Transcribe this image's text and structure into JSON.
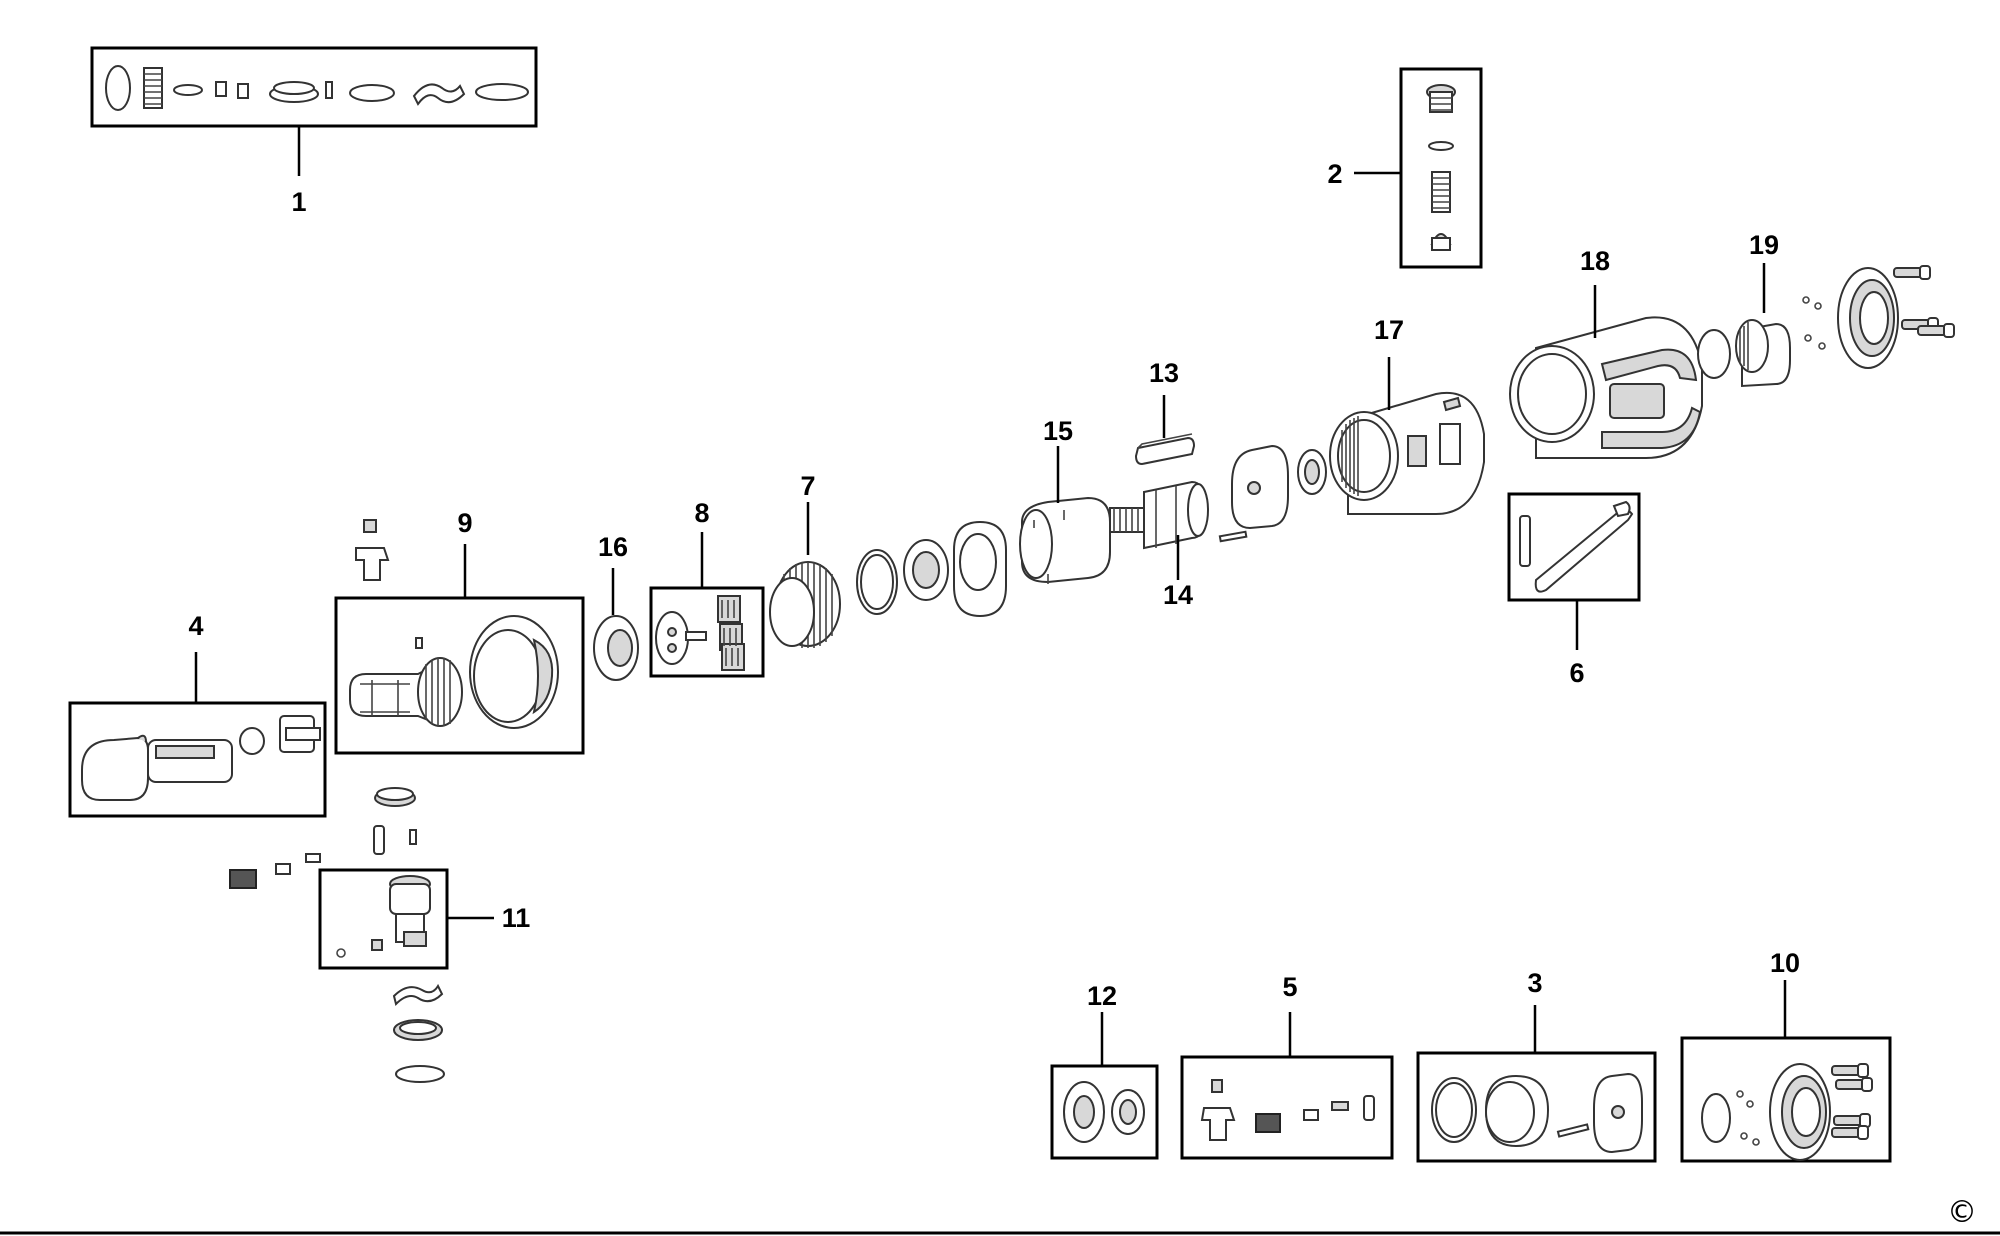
{
  "diagram": {
    "callouts": [
      {
        "id": "1",
        "text": "1"
      },
      {
        "id": "2",
        "text": "2"
      },
      {
        "id": "3",
        "text": "3"
      },
      {
        "id": "4",
        "text": "4"
      },
      {
        "id": "5",
        "text": "5"
      },
      {
        "id": "6",
        "text": "6"
      },
      {
        "id": "7",
        "text": "7"
      },
      {
        "id": "8",
        "text": "8"
      },
      {
        "id": "9",
        "text": "9"
      },
      {
        "id": "10",
        "text": "10"
      },
      {
        "id": "11",
        "text": "11"
      },
      {
        "id": "12",
        "text": "12"
      },
      {
        "id": "13",
        "text": "13"
      },
      {
        "id": "14",
        "text": "14"
      },
      {
        "id": "15",
        "text": "15"
      },
      {
        "id": "16",
        "text": "16"
      },
      {
        "id": "17",
        "text": "17"
      },
      {
        "id": "18",
        "text": "18"
      },
      {
        "id": "19",
        "text": "19"
      }
    ],
    "copyright_symbol": "©"
  }
}
